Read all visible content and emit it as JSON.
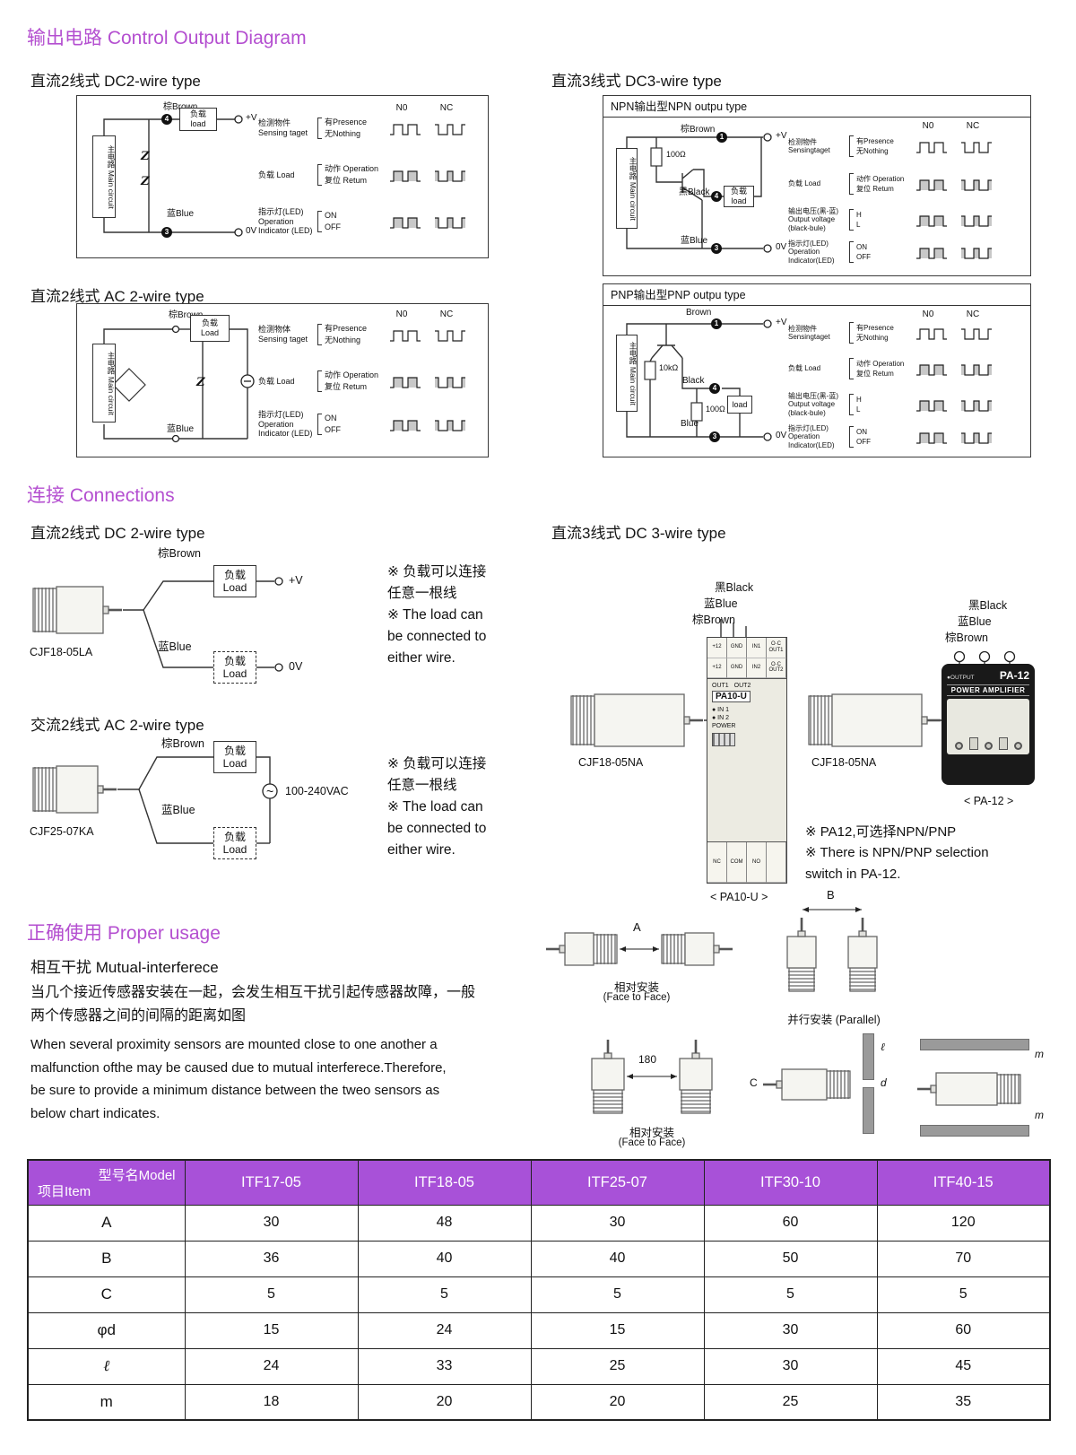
{
  "titles": {
    "output": "输出电路 Control Output Diagram",
    "connections": "连接 Connections",
    "usage": "正确使用 Proper usage"
  },
  "dc2box": {
    "heading": "直流2线式 DC2-wire type",
    "main": "主电路 Main circuit",
    "z1": "Z",
    "z2": "Z",
    "brown": "棕Brown",
    "blue": "蓝Blue",
    "load1": "负载",
    "load2": "load",
    "plusv": "+V",
    "zerov": "0V",
    "n4": "4",
    "n3": "3",
    "no": "N0",
    "nc": "NC",
    "r1l": "检测物件 Sensing taget",
    "r1h": "有Presence",
    "r1o": "无Nothing",
    "r2l": "负载 Load",
    "r2h": "动作 Operation",
    "r2o": "复位 Retum",
    "r3l": "指示灯(LED) Operation Indicator (LED)",
    "r3h": "ON",
    "r3o": "OFF"
  },
  "ac2box": {
    "heading": "直流2线式 AC 2-wire type",
    "main": "主电路 Main circuit",
    "z": "Z",
    "minus": "−",
    "brown": "棕Brown",
    "blue": "蓝Blue",
    "load1": "负载",
    "load2": "Load",
    "no": "N0",
    "nc": "NC",
    "r1l": "检测物体 Sensing taget",
    "r1h": "有Presence",
    "r1o": "无Nothing",
    "r2l": "负载 Load",
    "r2h": "动作 Operation",
    "r2o": "复位 Retum",
    "r3l": "指示灯(LED) Operation Indicator (LED)",
    "r3h": "ON",
    "r3o": "OFF"
  },
  "dc3": {
    "heading": "直流3线式 DC3-wire type"
  },
  "npn": {
    "title": "NPN输出型NPN outpu type",
    "main": "主电路 Main circuit",
    "r100": "100Ω",
    "brown": "棕Brown",
    "black": "黑Black",
    "blue": "蓝Blue",
    "load1": "负载",
    "load2": "load",
    "plusv": "+V",
    "zerov": "0V",
    "n1": "1",
    "n4": "4",
    "n3": "3",
    "no": "N0",
    "nc": "NC",
    "r1l": "检测物件 Sensingtaget",
    "r1h": "有Presence",
    "r1o": "无Nothing",
    "r2l": "负载 Load",
    "r2h": "动作 Operation",
    "r2o": "复位 Retum",
    "r3l": "输出电压(黑-蓝) Output voltage (black-bule)",
    "r3h": "H",
    "r3o": "L",
    "r4l": "指示灯(LED) Operation Indicator(LED)",
    "r4h": "ON",
    "r4o": "OFF"
  },
  "pnp": {
    "title": "PNP输出型PNP outpu type",
    "main": "主电路 Main circuit",
    "r10k": "10kΩ",
    "r100": "100Ω",
    "brown": "Brown",
    "black": "Black",
    "blue": "Blue",
    "load": "load",
    "plusv": "+V",
    "zerov": "0V",
    "n1": "1",
    "n4": "4",
    "n3": "3",
    "no": "N0",
    "nc": "NC",
    "r1l": "检测物件 Sensingtaget",
    "r1h": "有Presence",
    "r1o": "无Nothing",
    "r2l": "负载 Load",
    "r2h": "动作 Operation",
    "r2o": "复位 Retum",
    "r3l": "输出电压(黑-蓝) Output voltage (black-bule)",
    "r3h": "H",
    "r3o": "L",
    "r4l": "指示灯(LED) Operation Indicator(LED)",
    "r4h": "ON",
    "r4o": "OFF"
  },
  "conn": {
    "dc2_heading": "直流2线式 DC 2-wire type",
    "ac2_heading": "交流2线式 AC 2-wire type",
    "dc3_heading": "直流3线式 DC 3-wire type",
    "dc2_model": "CJF18-05LA",
    "ac2_model": "CJF25-07KA",
    "dc3_model1": "CJF18-05NA",
    "dc3_model2": "CJF18-05NA",
    "brown": "棕Brown",
    "blue": "蓝Blue",
    "black1": "黑Black",
    "blue1": "蓝Blue",
    "brown1": "棕Brown",
    "black2": "黑Black",
    "blue2": "蓝Blue",
    "brown2": "棕Brown",
    "load1": "负载",
    "load2": "Load",
    "plusv": "+V",
    "zerov": "0V",
    "vac": "100-240VAC",
    "tilde": "~",
    "note1": [
      "※ 负载可以连接",
      "任意一根线",
      "※ The load can",
      "be connected to",
      "either wire."
    ],
    "note2": [
      "※ 负载可以连接",
      "任意一根线",
      "※ The load can",
      "be connected to",
      "either wire."
    ],
    "pa10": {
      "top": [
        "+12",
        "GND",
        "IN1",
        "O·C OUT1",
        "+12",
        "GND",
        "IN2",
        "O·C OUT2"
      ],
      "name": "PA10-U",
      "out1": "OUT1",
      "out2": "OUT2",
      "in1": "● IN 1",
      "in2": "● IN 2",
      "power": "POWER",
      "bottom": [
        "NC",
        "COM",
        "NO",
        ""
      ],
      "caption": "< PA10-U >"
    },
    "pa12": {
      "output": "●OUTPUT",
      "name": "PA-12",
      "amp": "POWER AMPLIFIER",
      "caption": "< PA-12 >"
    },
    "pa_note": [
      "※ PA12,可选择NPN/PNP",
      "※ There is NPN/PNP selection",
      "switch in PA-12."
    ]
  },
  "usage": {
    "sub": "相互干扰 Mutual-interferece",
    "cn": "当几个接近传感器安装在一起，会发生相互干扰引起传感器故障，一般\n两个传感器之间的间隔的距离如图",
    "en": "When several proximity  sensors are mounted  close to  one another  a\nmalfunction ofthe may be caused due to mutual interferece.Therefore,\nbe sure to  provide a  minimum distance between  the tweo sensors as\nbelow chart indicates.",
    "face1a": "相对安装",
    "face1b": "(Face to Face)",
    "parallel": "并行安装 (Parallel)",
    "face2a": "相对安装",
    "face2b": "(Face to Face)",
    "A": "A",
    "B": "B",
    "d180": "180",
    "C": "C",
    "d": "d",
    "l": "ℓ",
    "m1": "m",
    "m2": "m"
  },
  "table": {
    "corner_top": "型号名Model",
    "corner_bottom": "项目Item",
    "columns": [
      "ITF17-05",
      "ITF18-05",
      "ITF25-07",
      "ITF30-10",
      "ITF40-15"
    ],
    "rows": [
      {
        "label": "A",
        "values": [
          "30",
          "48",
          "30",
          "60",
          "120"
        ]
      },
      {
        "label": "B",
        "values": [
          "36",
          "40",
          "40",
          "50",
          "70"
        ]
      },
      {
        "label": "C",
        "values": [
          "5",
          "5",
          "5",
          "5",
          "5"
        ]
      },
      {
        "label": "φd",
        "values": [
          "15",
          "24",
          "15",
          "30",
          "60"
        ]
      },
      {
        "label": "ℓ",
        "values": [
          "24",
          "33",
          "25",
          "30",
          "45"
        ]
      },
      {
        "label": "m",
        "values": [
          "18",
          "20",
          "20",
          "25",
          "35"
        ]
      }
    ]
  }
}
